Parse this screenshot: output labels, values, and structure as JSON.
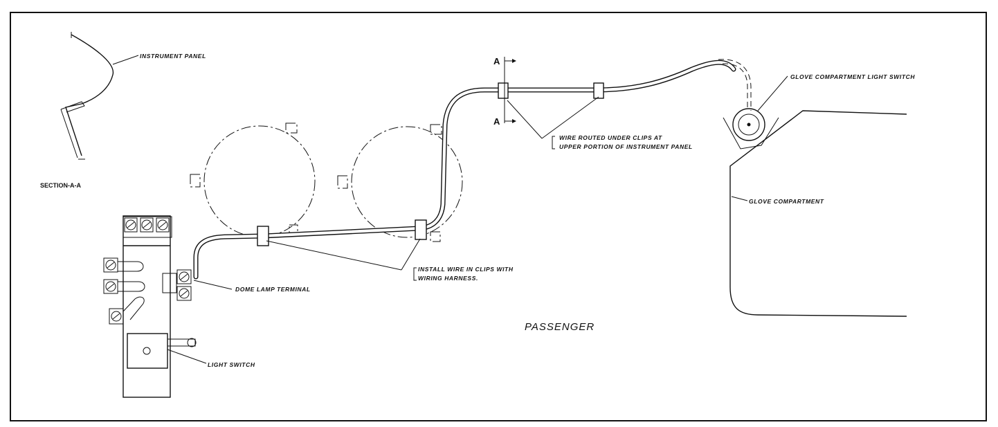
{
  "labels": {
    "instrument_panel": "INSTRUMENT PANEL",
    "section_aa": "SECTION-A-A",
    "glove_switch": "GLOVE COMPARTMENT LIGHT SWITCH",
    "glove_compartment": "GLOVE COMPARTMENT",
    "wire_routed_1": "WIRE ROUTED UNDER CLIPS AT",
    "wire_routed_2": "UPPER PORTION OF INSTRUMENT PANEL",
    "install_wire_1": "INSTALL WIRE IN CLIPS WITH",
    "install_wire_2": "WIRING HARNESS.",
    "dome_lamp": "DOME LAMP TERMINAL",
    "light_switch": "LIGHT SWITCH",
    "passenger": "PASSENGER",
    "section_marker_top": "A",
    "section_marker_bottom": "A"
  }
}
